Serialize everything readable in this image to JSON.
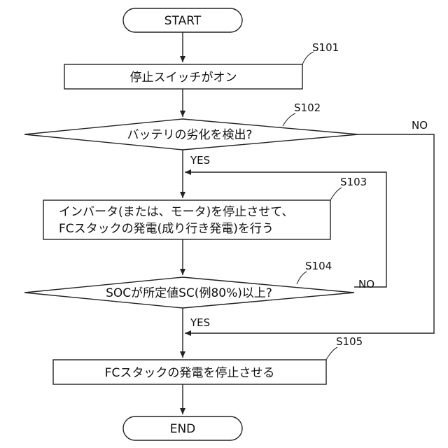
{
  "flowchart": {
    "start": "START",
    "end": "END",
    "steps": {
      "s101": {
        "id": "S101",
        "text": "停止スイッチがオン"
      },
      "s102": {
        "id": "S102",
        "text": "バッテリの劣化を検出?"
      },
      "s103": {
        "id": "S103",
        "line1": "インバータ(または、モータ)を停止させて、",
        "line2": "FCスタックの発電(成り行き発電)を行う"
      },
      "s104": {
        "id": "S104",
        "text": "SOCが所定値SC(例80%)以上?"
      },
      "s105": {
        "id": "S105",
        "text": "FCスタックの発電を停止させる"
      }
    },
    "labels": {
      "s102_yes": "YES",
      "s102_no": "NO",
      "s104_yes": "YES",
      "s104_no": "NO"
    }
  }
}
